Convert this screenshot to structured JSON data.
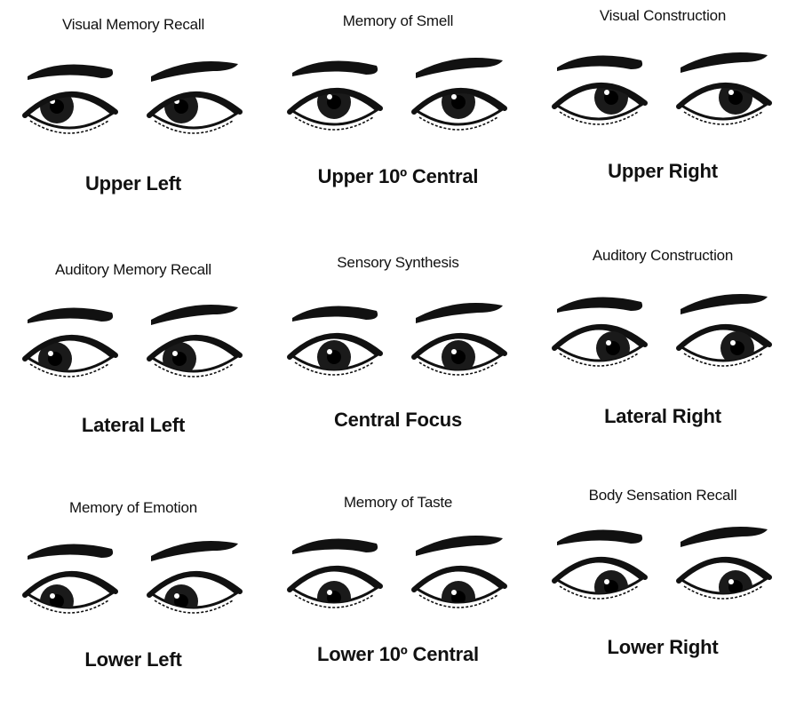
{
  "cells": [
    {
      "caption": "Visual Memory Recall",
      "direction": "Upper Left",
      "gaze": "upper-left"
    },
    {
      "caption": "Memory of Smell",
      "direction": "Upper 10º Central",
      "gaze": "upper-center"
    },
    {
      "caption": "Visual Construction",
      "direction": "Upper Right",
      "gaze": "upper-right"
    },
    {
      "caption": "Auditory Memory Recall",
      "direction": "Lateral Left",
      "gaze": "left"
    },
    {
      "caption": "Sensory Synthesis",
      "direction": "Central Focus",
      "gaze": "center"
    },
    {
      "caption": "Auditory Construction",
      "direction": "Lateral Right",
      "gaze": "right"
    },
    {
      "caption": "Memory of Emotion",
      "direction": "Lower Left",
      "gaze": "lower-left"
    },
    {
      "caption": "Memory of Taste",
      "direction": "Lower 10º Central",
      "gaze": "lower-center"
    },
    {
      "caption": "Body Sensation Recall",
      "direction": "Lower Right",
      "gaze": "lower-right"
    }
  ]
}
